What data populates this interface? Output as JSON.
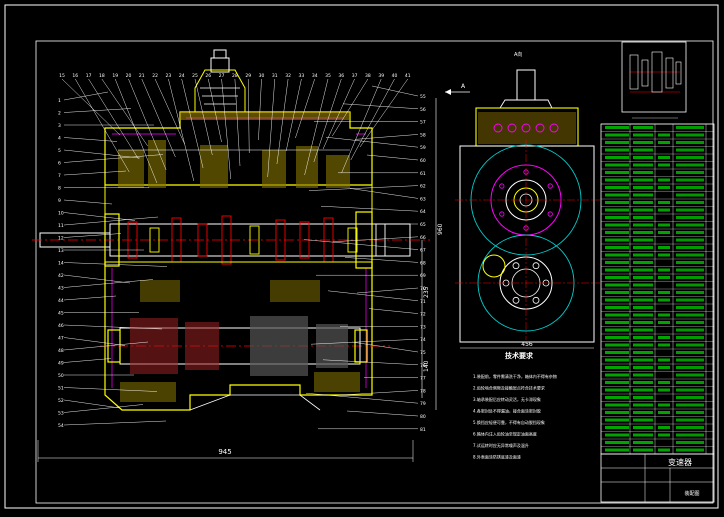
{
  "drawing": {
    "overall_length": "945",
    "height_top": "960",
    "height_mid": "235",
    "height_low": "140",
    "side_width": "456",
    "section_mark": "A",
    "side_view_label": "A向",
    "tech_req_title": "技术要求",
    "tech_req_lines": [
      "1.装配前，零件需清洗干净，箱体内不得有杂物",
      "2.齿轮啮合侧隙及接触斑点符合技术要求",
      "3.轴承装配后应转动灵活，无卡滞现象",
      "4.各密封处不得漏油，接合面涂密封胶",
      "5.换挡应轻便可靠，不得有自动脱挡现象",
      "6.箱体内注入齿轮油至规定油面高度",
      "7.试运转时应无异常噪声及温升",
      "8.外表面涂防锈底漆及面漆"
    ],
    "title_block_name": "变速器",
    "title_block_sub": "装配图",
    "top_callouts": [
      "15",
      "16",
      "17",
      "18",
      "19",
      "20",
      "21",
      "22",
      "23",
      "24",
      "25",
      "26",
      "27",
      "28",
      "29",
      "30",
      "31",
      "32",
      "33",
      "34",
      "35",
      "36",
      "37",
      "38",
      "39",
      "40",
      "41"
    ],
    "left_callouts": [
      "1",
      "2",
      "3",
      "4",
      "5",
      "6",
      "7",
      "8",
      "9",
      "10",
      "11",
      "12",
      "13",
      "14",
      "42",
      "43",
      "44",
      "45",
      "46",
      "47",
      "48",
      "49",
      "50",
      "51",
      "52",
      "53",
      "54"
    ],
    "right_callouts": [
      "55",
      "56",
      "57",
      "58",
      "59",
      "60",
      "61",
      "62",
      "63",
      "64",
      "65",
      "66",
      "67",
      "68",
      "69",
      "70",
      "71",
      "72",
      "73",
      "74",
      "75",
      "76",
      "77",
      "78",
      "79",
      "80",
      "81"
    ]
  }
}
